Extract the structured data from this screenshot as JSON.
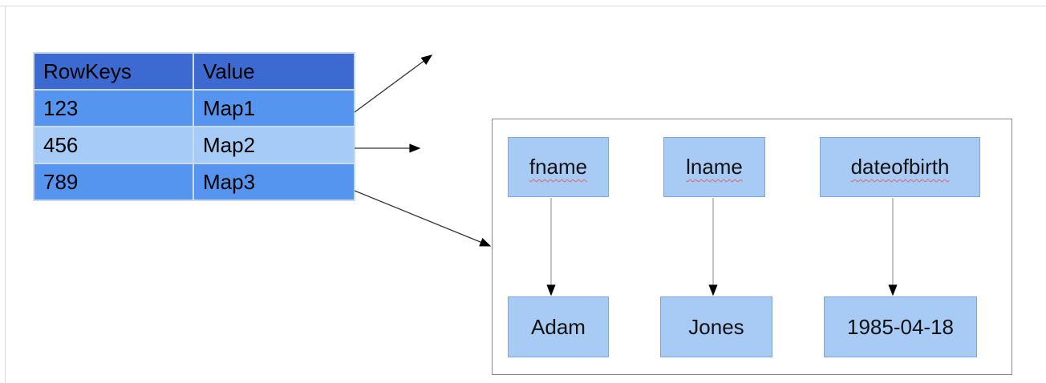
{
  "table": {
    "headers": [
      "RowKeys",
      "Value"
    ],
    "rows": [
      {
        "key": "123",
        "value": "Map1"
      },
      {
        "key": "456",
        "value": "Map2"
      },
      {
        "key": "789",
        "value": "Map3"
      }
    ]
  },
  "map": {
    "keys": [
      "fname",
      "lname",
      "dateofbirth"
    ],
    "values": [
      "Adam",
      "Jones",
      "1985-04-18"
    ]
  },
  "colors": {
    "header": "#3c6ad0",
    "row_dark": "#5595f0",
    "row_light": "#a6cbf6",
    "node_fill": "#a8cbf5"
  }
}
